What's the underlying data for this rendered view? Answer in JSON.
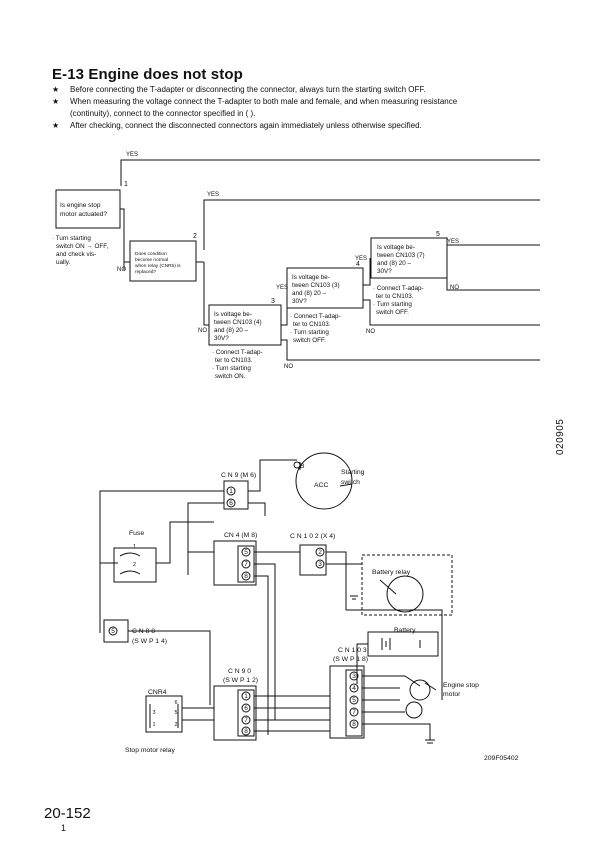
{
  "title": "E-13 Engine does not stop",
  "notes": [
    "Before connecting the T-adapter or disconnecting the connector, always turn the starting switch OFF.",
    "When measuring the voltage connect the T-adapter to both male and female, and when measuring resistance",
    "(continuity), connect to the connector specified in (     ).",
    "After checking, connect the disconnected connectors again immediately unless otherwise specified."
  ],
  "star": "★",
  "flowchart": {
    "yes": "YES",
    "no": "NO",
    "step1": {
      "num": "1",
      "q1": "Is engine stop",
      "q2": "motor actuated?",
      "a1": "· Turn starting",
      "a2": "switch ON → OFF,",
      "a3": "and check vis-",
      "a4": "ually."
    },
    "step2": {
      "num": "2",
      "q1": "Does condition",
      "q2": "become normal",
      "q3": "when relay (CNR5) is",
      "q4": "replaced?"
    },
    "step3": {
      "num": "3",
      "q1": "Is voltage be-",
      "q2": "tween CN103 (4)",
      "q3": "and (8) 20 –",
      "q4": "30V?",
      "a1": "· Connect T-adap-",
      "a2": "ter to CN103.",
      "a3": "· Turn starting",
      "a4": "switch ON."
    },
    "step4": {
      "num": "4",
      "q1": "Is voltage be-",
      "q2": "tween CN103 (3)",
      "q3": "and (8) 20 –",
      "q4": "30V?",
      "a1": "· Connect T-adap-",
      "a2": "ter to CN103.",
      "a3": "· Turn starting",
      "a4": "switch OFF."
    },
    "step5": {
      "num": "5",
      "q1": "Is voltage be-",
      "q2": "tween CN103 (7)",
      "q3": "and (8) 20 –",
      "q4": "30V?",
      "a1": "· Connect T-adap-",
      "a2": "ter to CN103.",
      "a3": "· Turn starting",
      "a4": "switch OFF."
    }
  },
  "wiring": {
    "cn9": "C N 9 (M 6)",
    "starting_switch_1": "Starting",
    "starting_switch_2": "switch",
    "b_terminal": "B",
    "acc_terminal": "ACC",
    "fuse": "Fuse",
    "fuse_1": "1",
    "fuse_2": "2",
    "cn4": "CN 4 (M 8)",
    "cn102": "C N 1 0 2 (X 4)",
    "battery_relay": "Battery relay",
    "battery": "Battery",
    "cn88_1": "C N 8 8",
    "cn88_2": "(S W P 1 4)",
    "cn103_1": "C N 1 0 3",
    "cn103_2": "(S W P 1 8)",
    "cn90_1": "C N 9 0",
    "cn90_2": "(S W P 1 2)",
    "cnr4": "CNR4",
    "engine_stop_motor_1": "Engine stop",
    "engine_stop_motor_2": "motor",
    "stop_motor_relay": "Stop motor relay",
    "figure_code": "209F05402"
  },
  "side_code": "020905",
  "page_number": "20-152",
  "page_mark": "1"
}
